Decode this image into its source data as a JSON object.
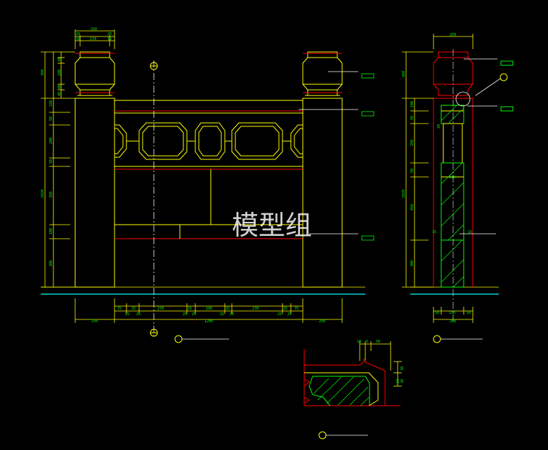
{
  "watermark": "模型组",
  "colors": {
    "background": "#000000",
    "outline": "#ffff00",
    "accent": "#ff0000",
    "dimension": "#00ff00",
    "ground": "#00ffff",
    "center": "#ffffff"
  },
  "front_elevation": {
    "post_top_dims": [
      "250",
      "16",
      "25",
      "174",
      "16",
      "12"
    ],
    "height_dims": [
      "360",
      "1020",
      "300",
      "150",
      "350",
      "50",
      "200",
      "100",
      "180",
      "50",
      "30",
      "40",
      "40"
    ],
    "bottom_dims_row1": [
      "75",
      "25",
      "270",
      "25",
      "150",
      "25",
      "270",
      "25",
      "75"
    ],
    "bottom_dims_row1b": [
      "25",
      "25",
      "25",
      "25",
      "25",
      "25",
      "25",
      "25"
    ],
    "bottom_dims_row2": [
      "250",
      "1240",
      "250"
    ]
  },
  "side_elevation": {
    "top_dim": "250",
    "height_dims": [
      "360",
      "1020",
      "100",
      "50",
      "250",
      "50",
      "450",
      "300"
    ],
    "inner_dims": [
      "15",
      "130",
      "15",
      "20"
    ],
    "bottom_dims_row1": [
      "50",
      "150",
      "50"
    ],
    "bottom_dims_row2": [
      "250"
    ]
  },
  "detail": {
    "top_dims": [
      "10",
      "5",
      "50"
    ],
    "side_dims": [
      "30",
      "30",
      "10"
    ]
  }
}
